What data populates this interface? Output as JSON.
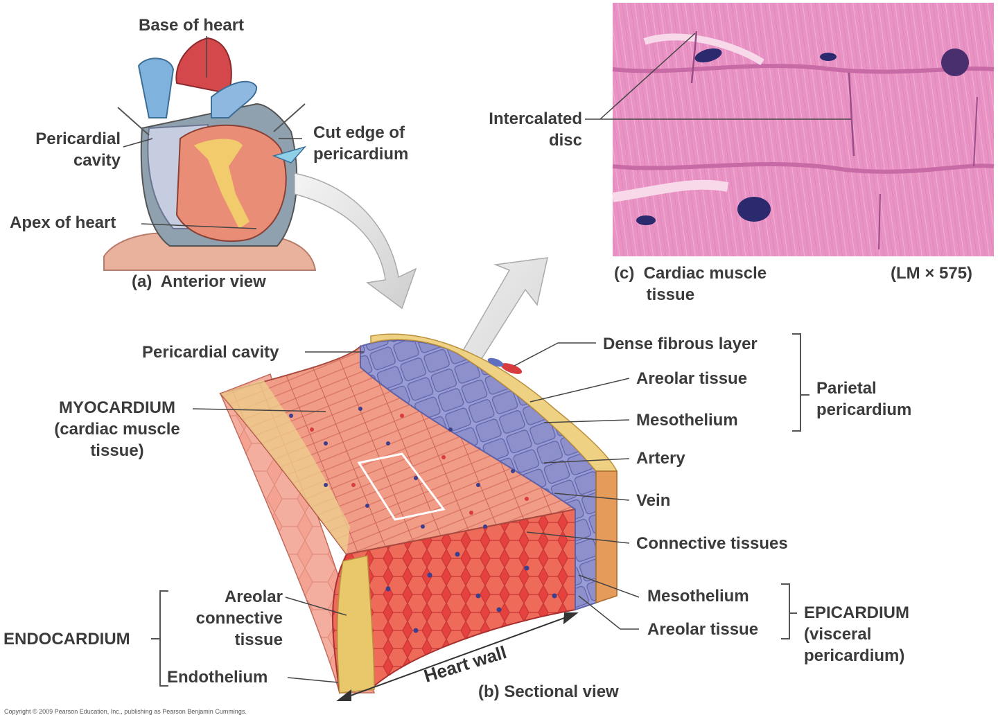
{
  "panel_a": {
    "caption": "(a)  Anterior view",
    "labels": {
      "base": "Base of heart",
      "pericardial_cavity": "Pericardial\ncavity",
      "cut_edge": "Cut edge of\npericardium",
      "apex": "Apex of heart"
    }
  },
  "panel_c": {
    "caption": "(c)  Cardiac muscle\n       tissue",
    "magnification": "(LM × 575)",
    "labels": {
      "intercalated_disc": "Intercalated\ndisc"
    }
  },
  "panel_b": {
    "caption": "(b)  Sectional view",
    "heart_wall": "Heart wall",
    "left_labels": {
      "pericardial_cavity": "Pericardial cavity",
      "myocardium": "MYOCARDIUM\n(cardiac muscle\ntissue)",
      "areolar_connective": "Areolar\nconnective\ntissue",
      "endocardium": "ENDOCARDIUM",
      "endothelium": "Endothelium"
    },
    "right_labels": {
      "dense_fibrous": "Dense fibrous layer",
      "areolar_tissue_1": "Areolar tissue",
      "mesothelium_1": "Mesothelium",
      "artery": "Artery",
      "vein": "Vein",
      "connective_tissues": "Connective tissues",
      "mesothelium_2": "Mesothelium",
      "areolar_tissue_2": "Areolar tissue"
    },
    "groups": {
      "parietal": "Parietal\npericardium",
      "epicardium": "EPICARDIUM\n(visceral\npericardium)"
    }
  },
  "copyright": "Copyright © 2009 Pearson Education, Inc., publishing as Pearson Benjamin Cummings.",
  "colors": {
    "muscle_pink": "#e9889a",
    "histology_bg": "#e690c0",
    "nucleus": "#2b2a6e",
    "epithelium_blue": "#8e90cc",
    "connective_yellow": "#e9c86c"
  }
}
